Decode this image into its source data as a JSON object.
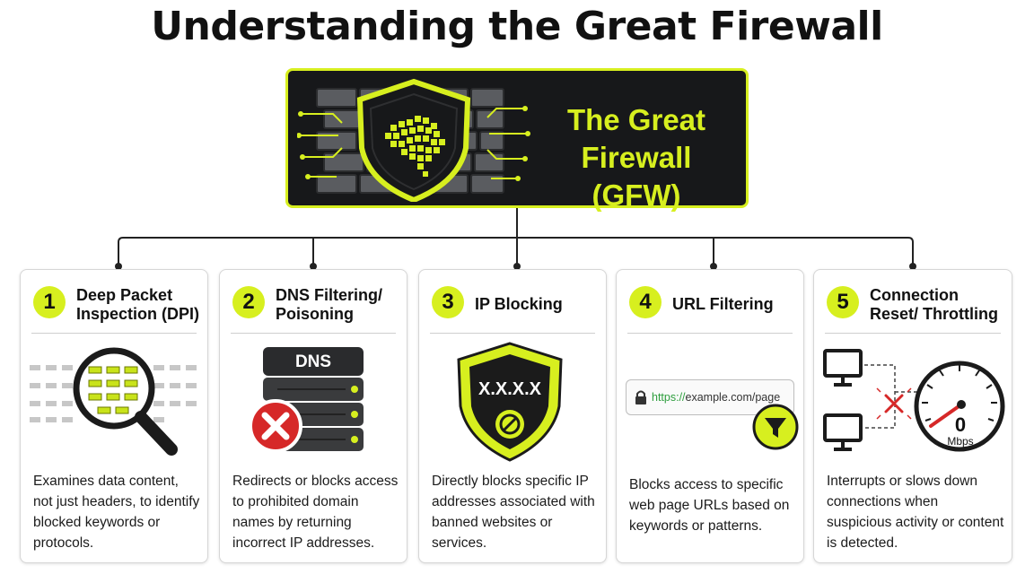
{
  "page_title": "Understanding the Great Firewall",
  "hero": {
    "title": "The Great Firewall (GFW)"
  },
  "cards": [
    {
      "number": "1",
      "title": "Deep Packet Inspection (DPI)",
      "description": "Examines data content, not just headers, to identify blocked keywords or protocols."
    },
    {
      "number": "2",
      "title": "DNS Filtering/ Poisoning",
      "description": "Redirects or blocks access to prohibited domain names by returning incorrect IP addresses.",
      "illustration_label": "DNS"
    },
    {
      "number": "3",
      "title": "IP Blocking",
      "description": "Directly blocks specific IP addresses associated with banned websites or services.",
      "illustration_label": "X.X.X.X"
    },
    {
      "number": "4",
      "title": "URL Filtering",
      "description": "Blocks access to specific web page URLs based on keywords or patterns.",
      "url_scheme": "https://",
      "url_rest": "example.com/page"
    },
    {
      "number": "5",
      "title": "Connection Reset/ Throttling",
      "description": "Interrupts or slows down connections when suspicious activity or content is detected.",
      "gauge_value": "0",
      "gauge_unit": "Mbps"
    }
  ],
  "colors": {
    "accent": "#d7ef1f",
    "dark": "#17181a",
    "danger": "#d62828",
    "secure": "#2e9e3e"
  },
  "icons": [
    "brick-wall-icon",
    "shield-icon",
    "magnifier-icon",
    "server-stack-icon",
    "error-x-icon",
    "shield-block-icon",
    "lock-icon",
    "filter-funnel-icon",
    "monitor-icon",
    "speedometer-icon"
  ]
}
